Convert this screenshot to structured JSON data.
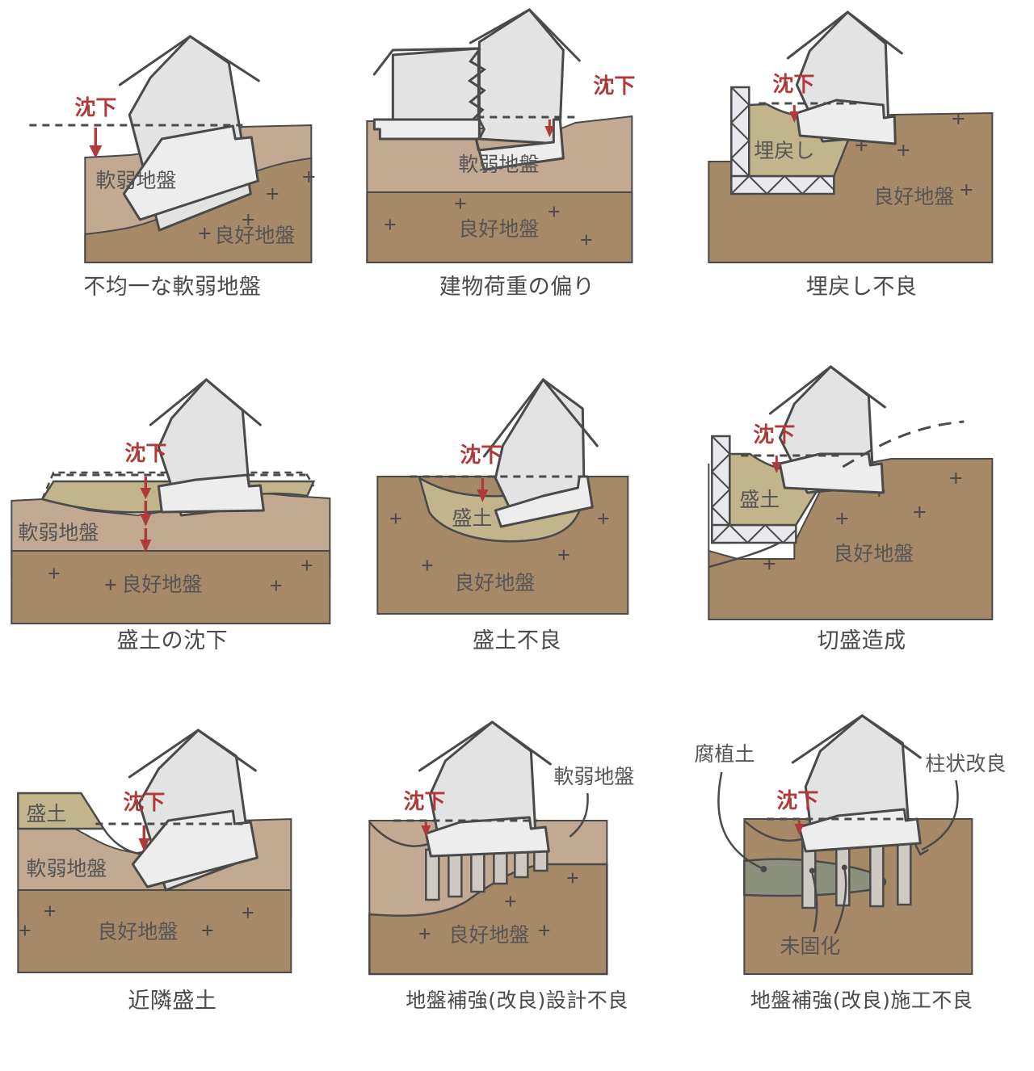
{
  "figure": {
    "type": "diagram-grid",
    "columns": 3,
    "rows": 3,
    "description": "Nine cross-section illustrations of house settlement (沈下) causes on different ground conditions"
  },
  "colors": {
    "soft_ground": "#c1a992",
    "good_ground": "#a68a67",
    "embankment": "#c2b58c",
    "backfill": "#c2b58c",
    "humus_soil": "#8b917c",
    "building": "#e3e3e3",
    "pile": "#cfc9c4",
    "concrete_wall": "#e8e8ef",
    "outline": "#4a4a4a",
    "settlement_red": "#b03a3a",
    "caption_text": "#4a4a4a",
    "label_text": "#555555",
    "background": "#ffffff"
  },
  "labels": {
    "settlement": "沈下",
    "soft_ground": "軟弱地盤",
    "good_ground": "良好地盤",
    "embankment": "盛土",
    "backfill": "埋戻し",
    "humus_soil": "腐植土",
    "column_improvement": "柱状改良",
    "unhardened": "未固化"
  },
  "panels": [
    {
      "id": "uneven-soft-ground",
      "caption": "不均一な軟弱地盤",
      "row": 1,
      "col": 1,
      "annotations": [
        "沈下"
      ],
      "ground_labels": [
        "軟弱地盤",
        "良好地盤"
      ]
    },
    {
      "id": "uneven-building-load",
      "caption": "建物荷重の偏り",
      "row": 1,
      "col": 2,
      "annotations": [
        "沈下"
      ],
      "ground_labels": [
        "軟弱地盤",
        "良好地盤"
      ]
    },
    {
      "id": "poor-backfill",
      "caption": "埋戻し不良",
      "row": 1,
      "col": 3,
      "annotations": [
        "沈下"
      ],
      "ground_labels": [
        "埋戻し",
        "良好地盤"
      ]
    },
    {
      "id": "embankment-settlement",
      "caption": "盛土の沈下",
      "row": 2,
      "col": 1,
      "annotations": [
        "沈下"
      ],
      "ground_labels": [
        "軟弱地盤",
        "良好地盤"
      ]
    },
    {
      "id": "poor-embankment",
      "caption": "盛土不良",
      "row": 2,
      "col": 2,
      "annotations": [
        "沈下"
      ],
      "ground_labels": [
        "盛土",
        "良好地盤"
      ]
    },
    {
      "id": "cut-and-fill",
      "caption": "切盛造成",
      "row": 2,
      "col": 3,
      "annotations": [
        "沈下"
      ],
      "ground_labels": [
        "盛土",
        "良好地盤"
      ]
    },
    {
      "id": "adjacent-embankment",
      "caption": "近隣盛土",
      "row": 3,
      "col": 1,
      "annotations": [
        "沈下"
      ],
      "ground_labels": [
        "盛土",
        "軟弱地盤",
        "良好地盤"
      ]
    },
    {
      "id": "poor-reinforcement-design",
      "caption": "地盤補強(改良)設計不良",
      "row": 3,
      "col": 2,
      "annotations": [
        "沈下",
        "軟弱地盤"
      ],
      "ground_labels": [
        "良好地盤"
      ]
    },
    {
      "id": "poor-reinforcement-construction",
      "caption": "地盤補強(改良)施工不良",
      "row": 3,
      "col": 3,
      "annotations": [
        "沈下",
        "腐植土",
        "柱状改良",
        "未固化"
      ],
      "ground_labels": []
    }
  ]
}
